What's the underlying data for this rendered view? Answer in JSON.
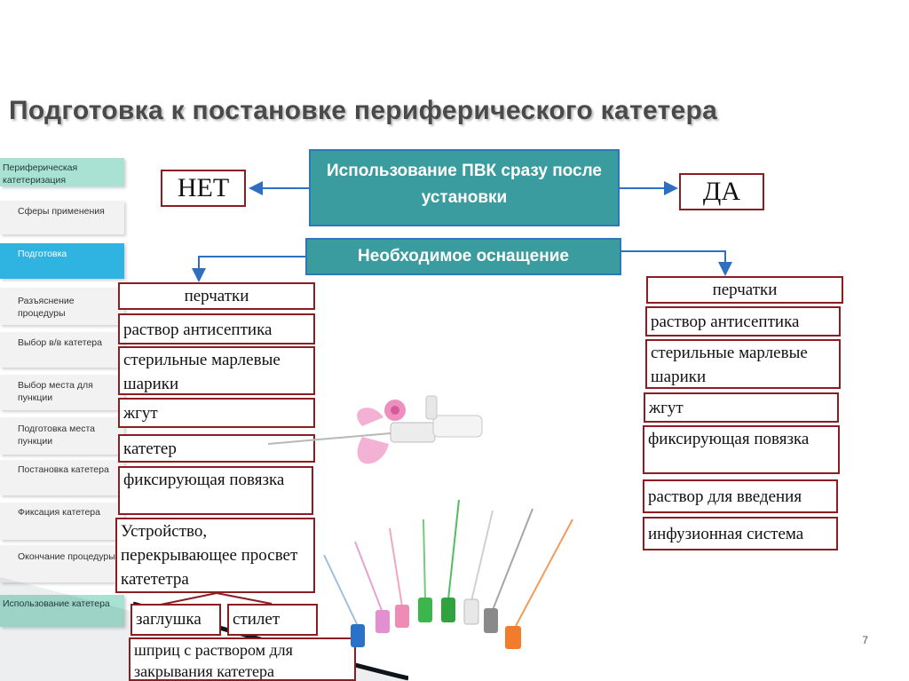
{
  "slide": {
    "title": "Подготовка к постановке периферического катетера",
    "page_number": "7"
  },
  "sidebar": {
    "items": [
      {
        "label": "Периферическая катетеризация",
        "kind": "section"
      },
      {
        "label": "Сферы применения",
        "kind": "item"
      },
      {
        "label": "Подготовка",
        "kind": "active"
      },
      {
        "label": "Разъяснение процедуры",
        "kind": "item"
      },
      {
        "label": "Выбор в/в катетера",
        "kind": "item"
      },
      {
        "label": "Выбор места для пункции",
        "kind": "item"
      },
      {
        "label": "Подготовка места пункции",
        "kind": "item"
      },
      {
        "label": "Постановка катетера",
        "kind": "item"
      },
      {
        "label": "Фиксация катетера",
        "kind": "item"
      },
      {
        "label": "Окончание процедуры",
        "kind": "item"
      },
      {
        "label": "Использование катетера",
        "kind": "section"
      }
    ]
  },
  "flow": {
    "question": "Использование ПВК сразу после установки",
    "no": "НЕТ",
    "yes": "ДА",
    "equipment": "Необходимое оснащение"
  },
  "no_list": [
    "перчатки",
    "раствор антисептика",
    "стерильные марлевые шарики",
    "жгут",
    "катетер",
    "фиксирующая повязка",
    "Устройство, перекрывающее просвет катететра"
  ],
  "no_sub": {
    "plug": "заглушка",
    "stylet": "стилет",
    "syringe": "шприц с раствором для закрывания катетера"
  },
  "yes_list": [
    "перчатки",
    "раствор антисептика",
    "стерильные марлевые шарики",
    "жгут",
    "фиксирующая повязка",
    "раствор для введения",
    "инфузионная система"
  ],
  "colors": {
    "teal_box": "#3a9c9e",
    "arrow": "#2e6fc0",
    "item_border": "#8a1e22",
    "active_nav": "#2fb3e0",
    "section_nav": "#a9e2d3"
  }
}
